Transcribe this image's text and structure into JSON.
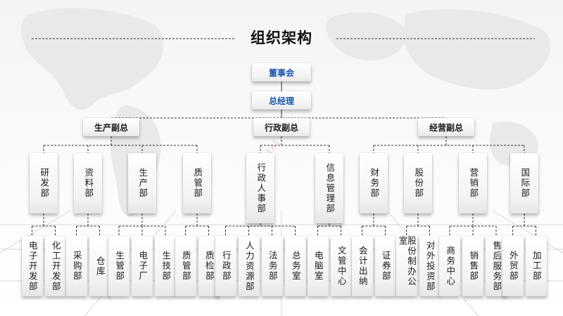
{
  "title": "组织架构",
  "watermark": "51pptai.com",
  "top": [
    {
      "name": "董事会",
      "color": "#1a56b0"
    },
    {
      "name": "总经理",
      "color": "#1a56b0"
    }
  ],
  "vps": [
    {
      "name": "生产副总",
      "departments": [
        {
          "name": "研发部",
          "subs": [
            "电子开发部",
            "化工开发部"
          ]
        },
        {
          "name": "资料部",
          "subs": [
            "采购部",
            "仓库"
          ]
        },
        {
          "name": "生产部",
          "subs": [
            "生管部",
            "电子厂",
            "生技部"
          ]
        },
        {
          "name": "质管部",
          "subs": [
            "质管部",
            "质检部"
          ]
        }
      ]
    },
    {
      "name": "行政副总",
      "departments": [
        {
          "name": "行政人事部",
          "subs": [
            "行政部",
            "人力资源部",
            "法务部",
            "总务室"
          ]
        },
        {
          "name": "信息管理部",
          "subs": [
            "电脑室",
            "文管中心"
          ]
        }
      ]
    },
    {
      "name": "经营副总",
      "departments": [
        {
          "name": "财务部",
          "subs": [
            "会计出纳",
            "证券部"
          ]
        },
        {
          "name": "股份部",
          "subs": [
            "股份制办公室",
            "对外投资部"
          ]
        },
        {
          "name": "营销部",
          "subs": [
            "商务中心",
            "销售部",
            "售后服务部"
          ]
        },
        {
          "name": "国际部",
          "subs": [
            "外贸部",
            "加工部"
          ]
        }
      ]
    }
  ]
}
